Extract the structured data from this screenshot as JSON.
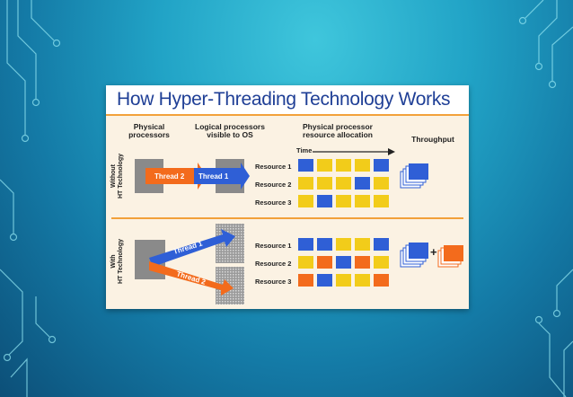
{
  "title": "How Hyper-Threading Technology Works",
  "headers": {
    "physical": "Physical\nprocessors",
    "logical": "Logical processors\nvisible to OS",
    "allocation": "Physical processor\nresource allocation",
    "throughput": "Throughput",
    "time": "Time"
  },
  "sections": {
    "without": "Without\nHT Technology",
    "with": "With\nHT Technology"
  },
  "threads": {
    "without_thread2": "Thread 2",
    "without_thread1": "Thread 1",
    "with_thread1": "Thread 1",
    "with_thread2": "Thread 2"
  },
  "resources_without": [
    "Resource 1",
    "Resource 2",
    "Resource 3"
  ],
  "resources_with": [
    "Resource 1",
    "Resource 2",
    "Resource 3"
  ],
  "plus_sign": "+",
  "colors": {
    "blue": "#2f5fd6",
    "yellow": "#f2cc1a",
    "orange": "#f36b1c",
    "title": "#1f3f96",
    "accent_rule": "#f2a13a"
  },
  "grid_without": [
    [
      "blue",
      "yellow",
      "yellow",
      "yellow",
      "blue"
    ],
    [
      "yellow",
      "yellow",
      "yellow",
      "blue",
      "yellow"
    ],
    [
      "yellow",
      "blue",
      "yellow",
      "yellow",
      "yellow"
    ]
  ],
  "grid_with": [
    [
      "blue",
      "blue",
      "yellow",
      "yellow",
      "blue"
    ],
    [
      "yellow",
      "orange",
      "blue",
      "orange",
      "yellow"
    ],
    [
      "orange",
      "blue",
      "yellow",
      "yellow",
      "orange"
    ]
  ]
}
